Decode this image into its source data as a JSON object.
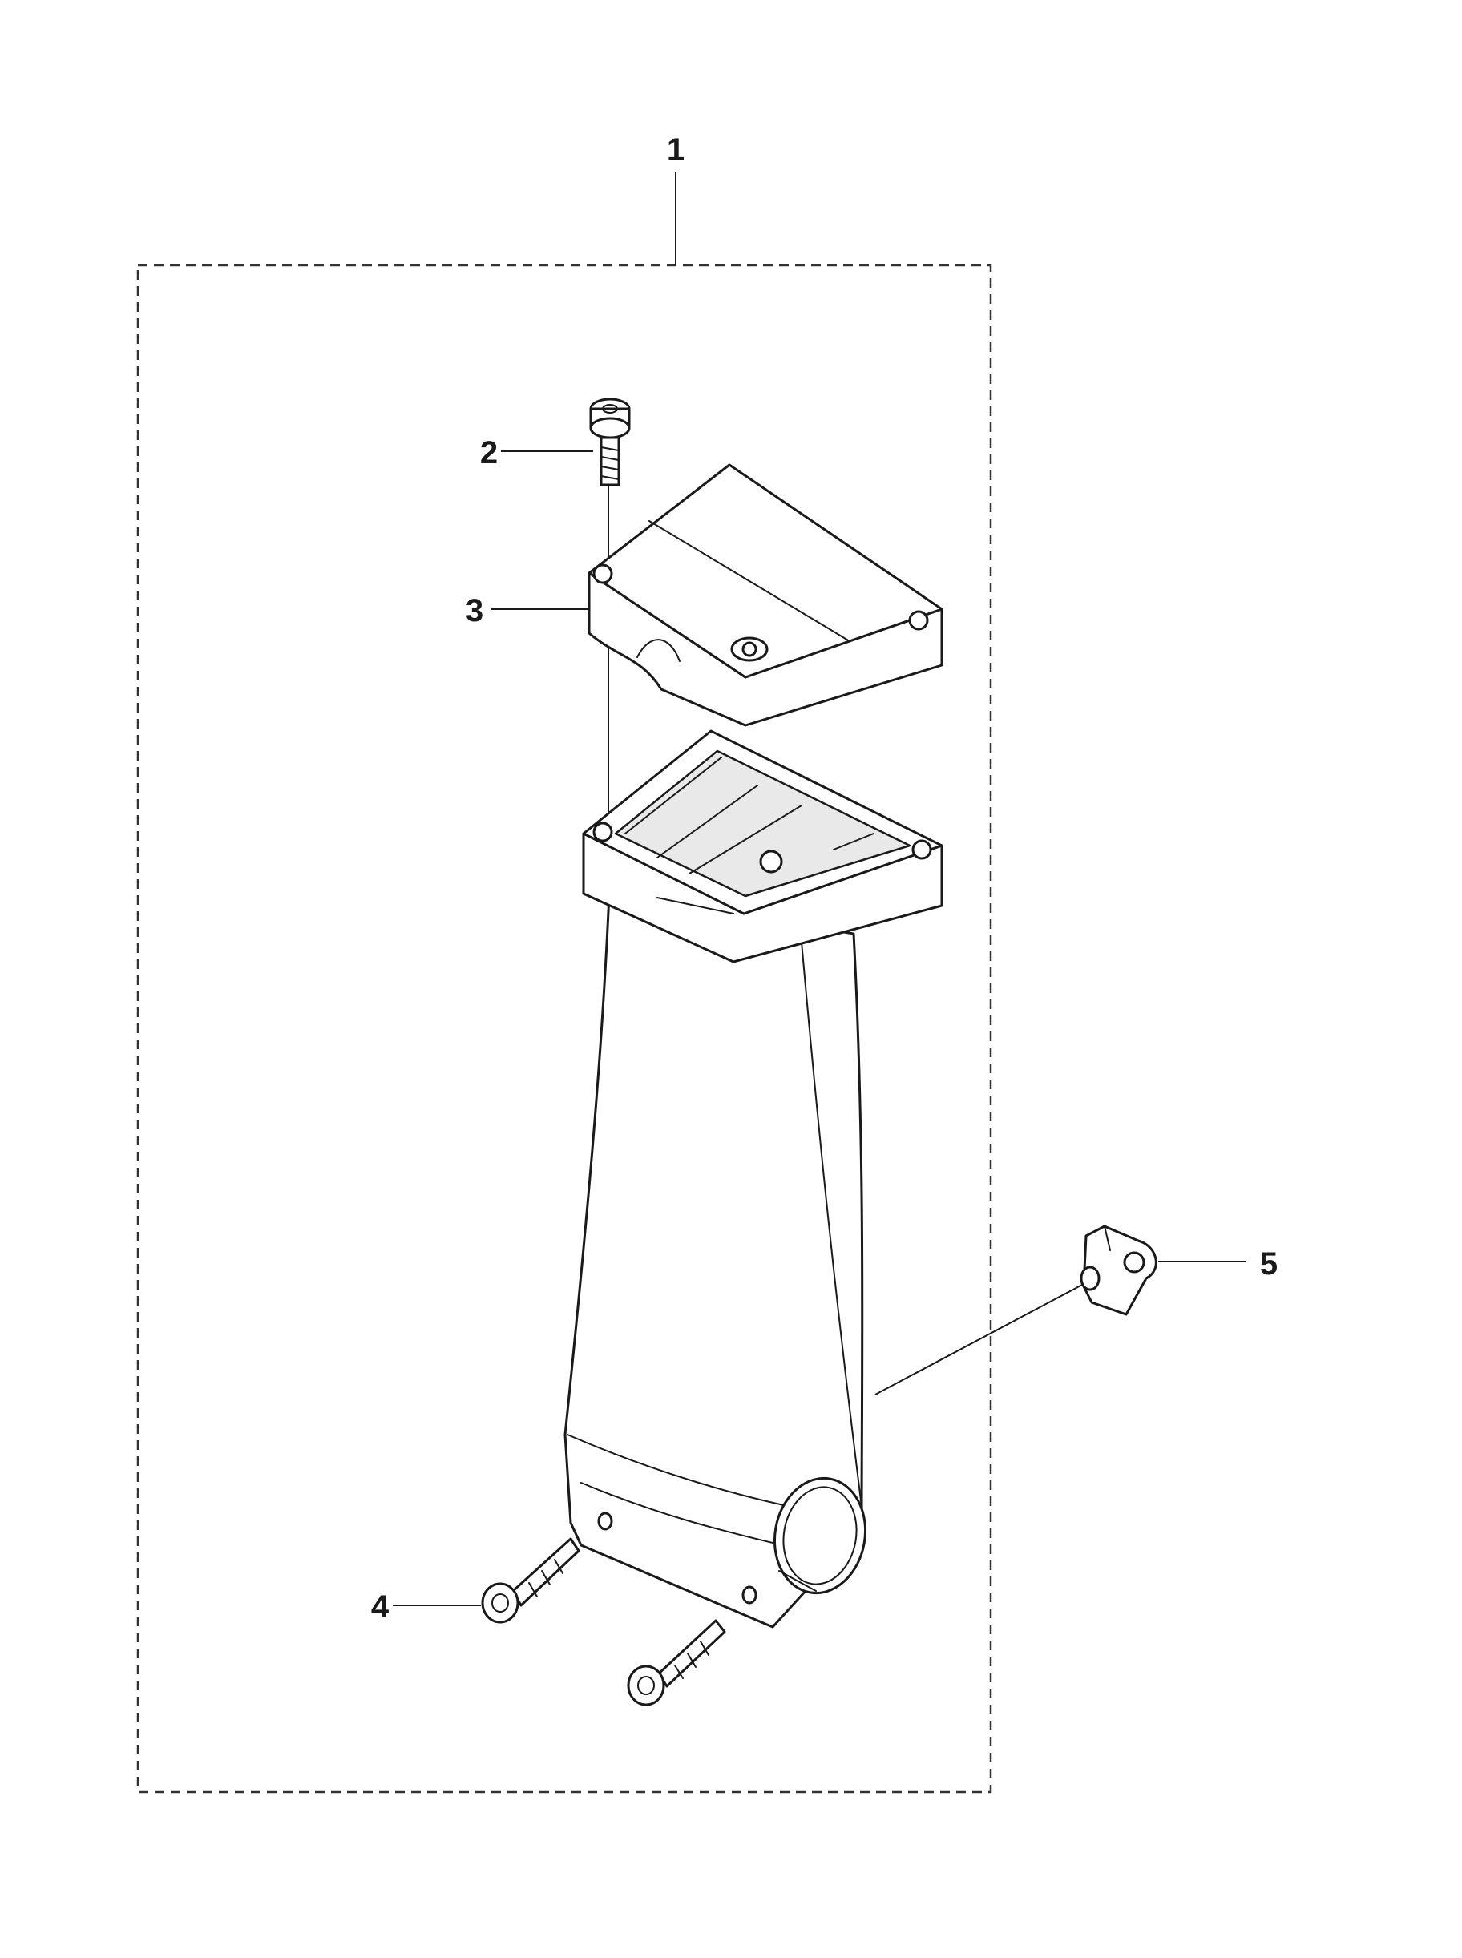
{
  "callouts": {
    "c1": "1",
    "c2": "2",
    "c3": "3",
    "c4": "4",
    "c5": "5"
  },
  "parts": [
    {
      "number": "1",
      "icon": "handle-assembly-kit"
    },
    {
      "number": "2",
      "icon": "screw-icon"
    },
    {
      "number": "3",
      "icon": "handle-clamp-cover"
    },
    {
      "number": "4",
      "icon": "screw-icon"
    },
    {
      "number": "5",
      "icon": "cable-clip-icon"
    }
  ],
  "colors": {
    "line": "#1a1a1a",
    "paper": "#ffffff",
    "shade": "#e9e9e9"
  }
}
